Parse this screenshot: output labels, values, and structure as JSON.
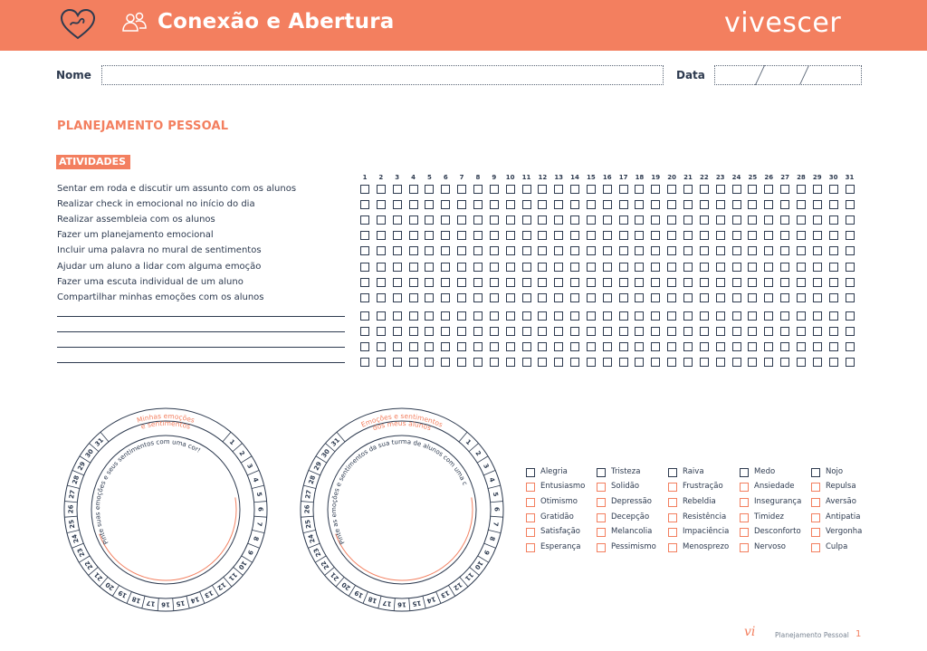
{
  "header": {
    "title": "Conexão e Abertura",
    "logo": "vivescer",
    "accent_color": "#f37f5f",
    "icons": [
      "heart-icon",
      "people-icon"
    ]
  },
  "form": {
    "name_label": "Nome",
    "date_label": "Data",
    "date_separators": [
      "/",
      "/"
    ]
  },
  "section": {
    "title": "PLANEJAMENTO PESSOAL",
    "activities_label": "ATIVIDADES"
  },
  "activities": [
    "Sentar em roda e discutir um assunto com os alunos",
    "Realizar check in emocional no início do dia",
    "Realizar assembleia com os alunos",
    "Fazer um planejamento emocional",
    "Incluir uma palavra no mural de sentimentos",
    "Ajudar um aluno a lidar com alguma emoção",
    "Fazer uma escuta individual de um aluno",
    "Compartilhar minhas emoções com os alunos"
  ],
  "blank_rows": 4,
  "days": [
    "1",
    "2",
    "3",
    "4",
    "5",
    "6",
    "7",
    "8",
    "9",
    "10",
    "11",
    "12",
    "13",
    "14",
    "15",
    "16",
    "17",
    "18",
    "19",
    "20",
    "21",
    "22",
    "23",
    "24",
    "25",
    "26",
    "27",
    "28",
    "29",
    "30",
    "31"
  ],
  "wheels": [
    {
      "title_line1": "Minhas emoções",
      "title_line2": "e sentimentos",
      "instruction": "Pinte suas emoções e seus sentimentos com uma cor!"
    },
    {
      "title_line1": "Emoções e sentimentos",
      "title_line2": "dos meus alunos",
      "instruction": "Pinte as emoções e sentimentos da sua turma de alunos com uma cor!"
    }
  ],
  "emotions": [
    [
      "Alegria",
      "Entusiasmo",
      "Otimismo",
      "Gratidão",
      "Satisfação",
      "Esperança"
    ],
    [
      "Tristeza",
      "Solidão",
      "Depressão",
      "Decepção",
      "Melancolia",
      "Pessimismo"
    ],
    [
      "Raiva",
      "Frustração",
      "Rebeldia",
      "Resistência",
      "Impaciência",
      "Menosprezo"
    ],
    [
      "Medo",
      "Ansiedade",
      "Insegurança",
      "Timidez",
      "Desconforto",
      "Nervoso"
    ],
    [
      "Nojo",
      "Repulsa",
      "Aversão",
      "Antipatia",
      "Vergonha",
      "Culpa"
    ]
  ],
  "footer": {
    "logo": "vi",
    "label": "Planejamento Pessoal",
    "page": "1"
  }
}
